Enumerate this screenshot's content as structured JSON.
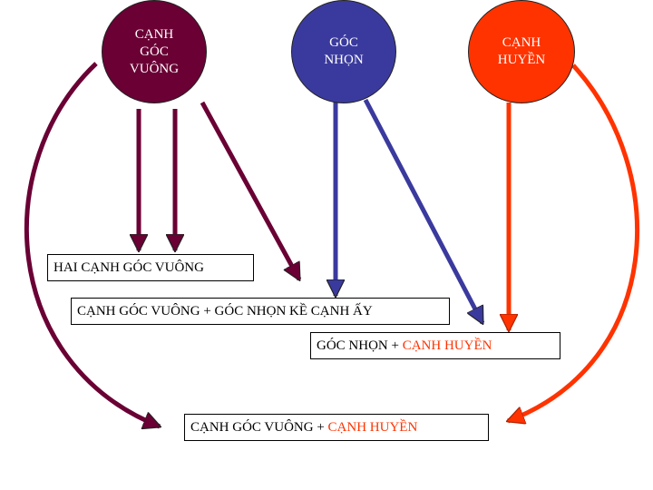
{
  "circles": {
    "right_angle_side": {
      "lines": [
        "CẠNH",
        "GÓC",
        "VUÔNG"
      ]
    },
    "acute_angle": {
      "lines": [
        "GÓC",
        "NHỌN"
      ]
    },
    "hypotenuse": {
      "lines": [
        "CẠNH",
        "HUYỀN"
      ]
    }
  },
  "boxes": {
    "two_legs": "HAI CẠNH GÓC VUÔNG",
    "leg_adjacent_angle": "CẠNH GÓC VUÔNG + GÓC NHỌN KỀ CẠNH ẤY",
    "angle_hypotenuse": {
      "part1": "GÓC NHỌN + ",
      "part2": "CẠNH HUYỀN"
    },
    "leg_hypotenuse": {
      "part1": "CẠNH GÓC VUÔNG + ",
      "part2": "CẠNH HUYỀN"
    }
  },
  "colors": {
    "right_angle_side": "#6a0034",
    "acute_angle": "#3a3a9e",
    "hypotenuse": "#ff3300"
  }
}
